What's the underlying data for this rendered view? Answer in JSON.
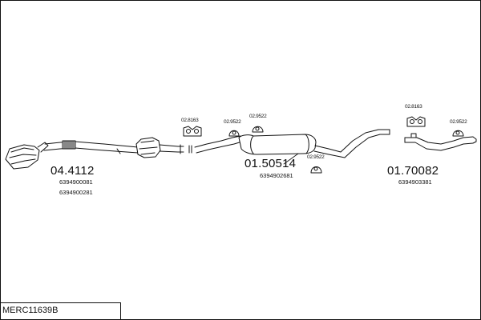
{
  "diagram": {
    "reference": "MERC11639B",
    "groups": [
      {
        "part_number": "04.4112",
        "oem_numbers": [
          "6394900081",
          "6394900281"
        ]
      },
      {
        "part_number": "01.50514",
        "oem_numbers": [
          "6394902681"
        ]
      },
      {
        "part_number": "01.70082",
        "oem_numbers": [
          "6394903381"
        ]
      }
    ],
    "accessories": [
      {
        "label": "02.8163"
      },
      {
        "label": "02.9522"
      },
      {
        "label": "02.9522"
      },
      {
        "label": "02.9522"
      },
      {
        "label": "02.8163"
      },
      {
        "label": "02.9522"
      }
    ]
  }
}
